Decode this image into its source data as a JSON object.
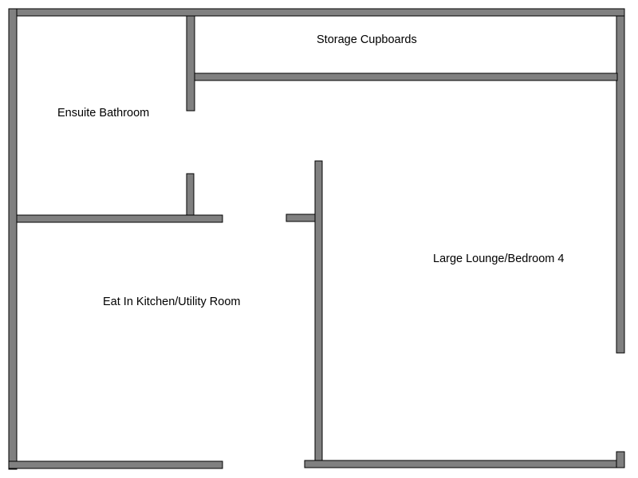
{
  "rooms": {
    "storage": "Storage Cupboards",
    "ensuite": "Ensuite Bathroom",
    "kitchen": "Eat In Kitchen/Utility Room",
    "lounge": "Large Lounge/Bedroom 4"
  },
  "colors": {
    "wall_fill": "#808080",
    "wall_stroke": "#000000",
    "background": "#ffffff"
  }
}
